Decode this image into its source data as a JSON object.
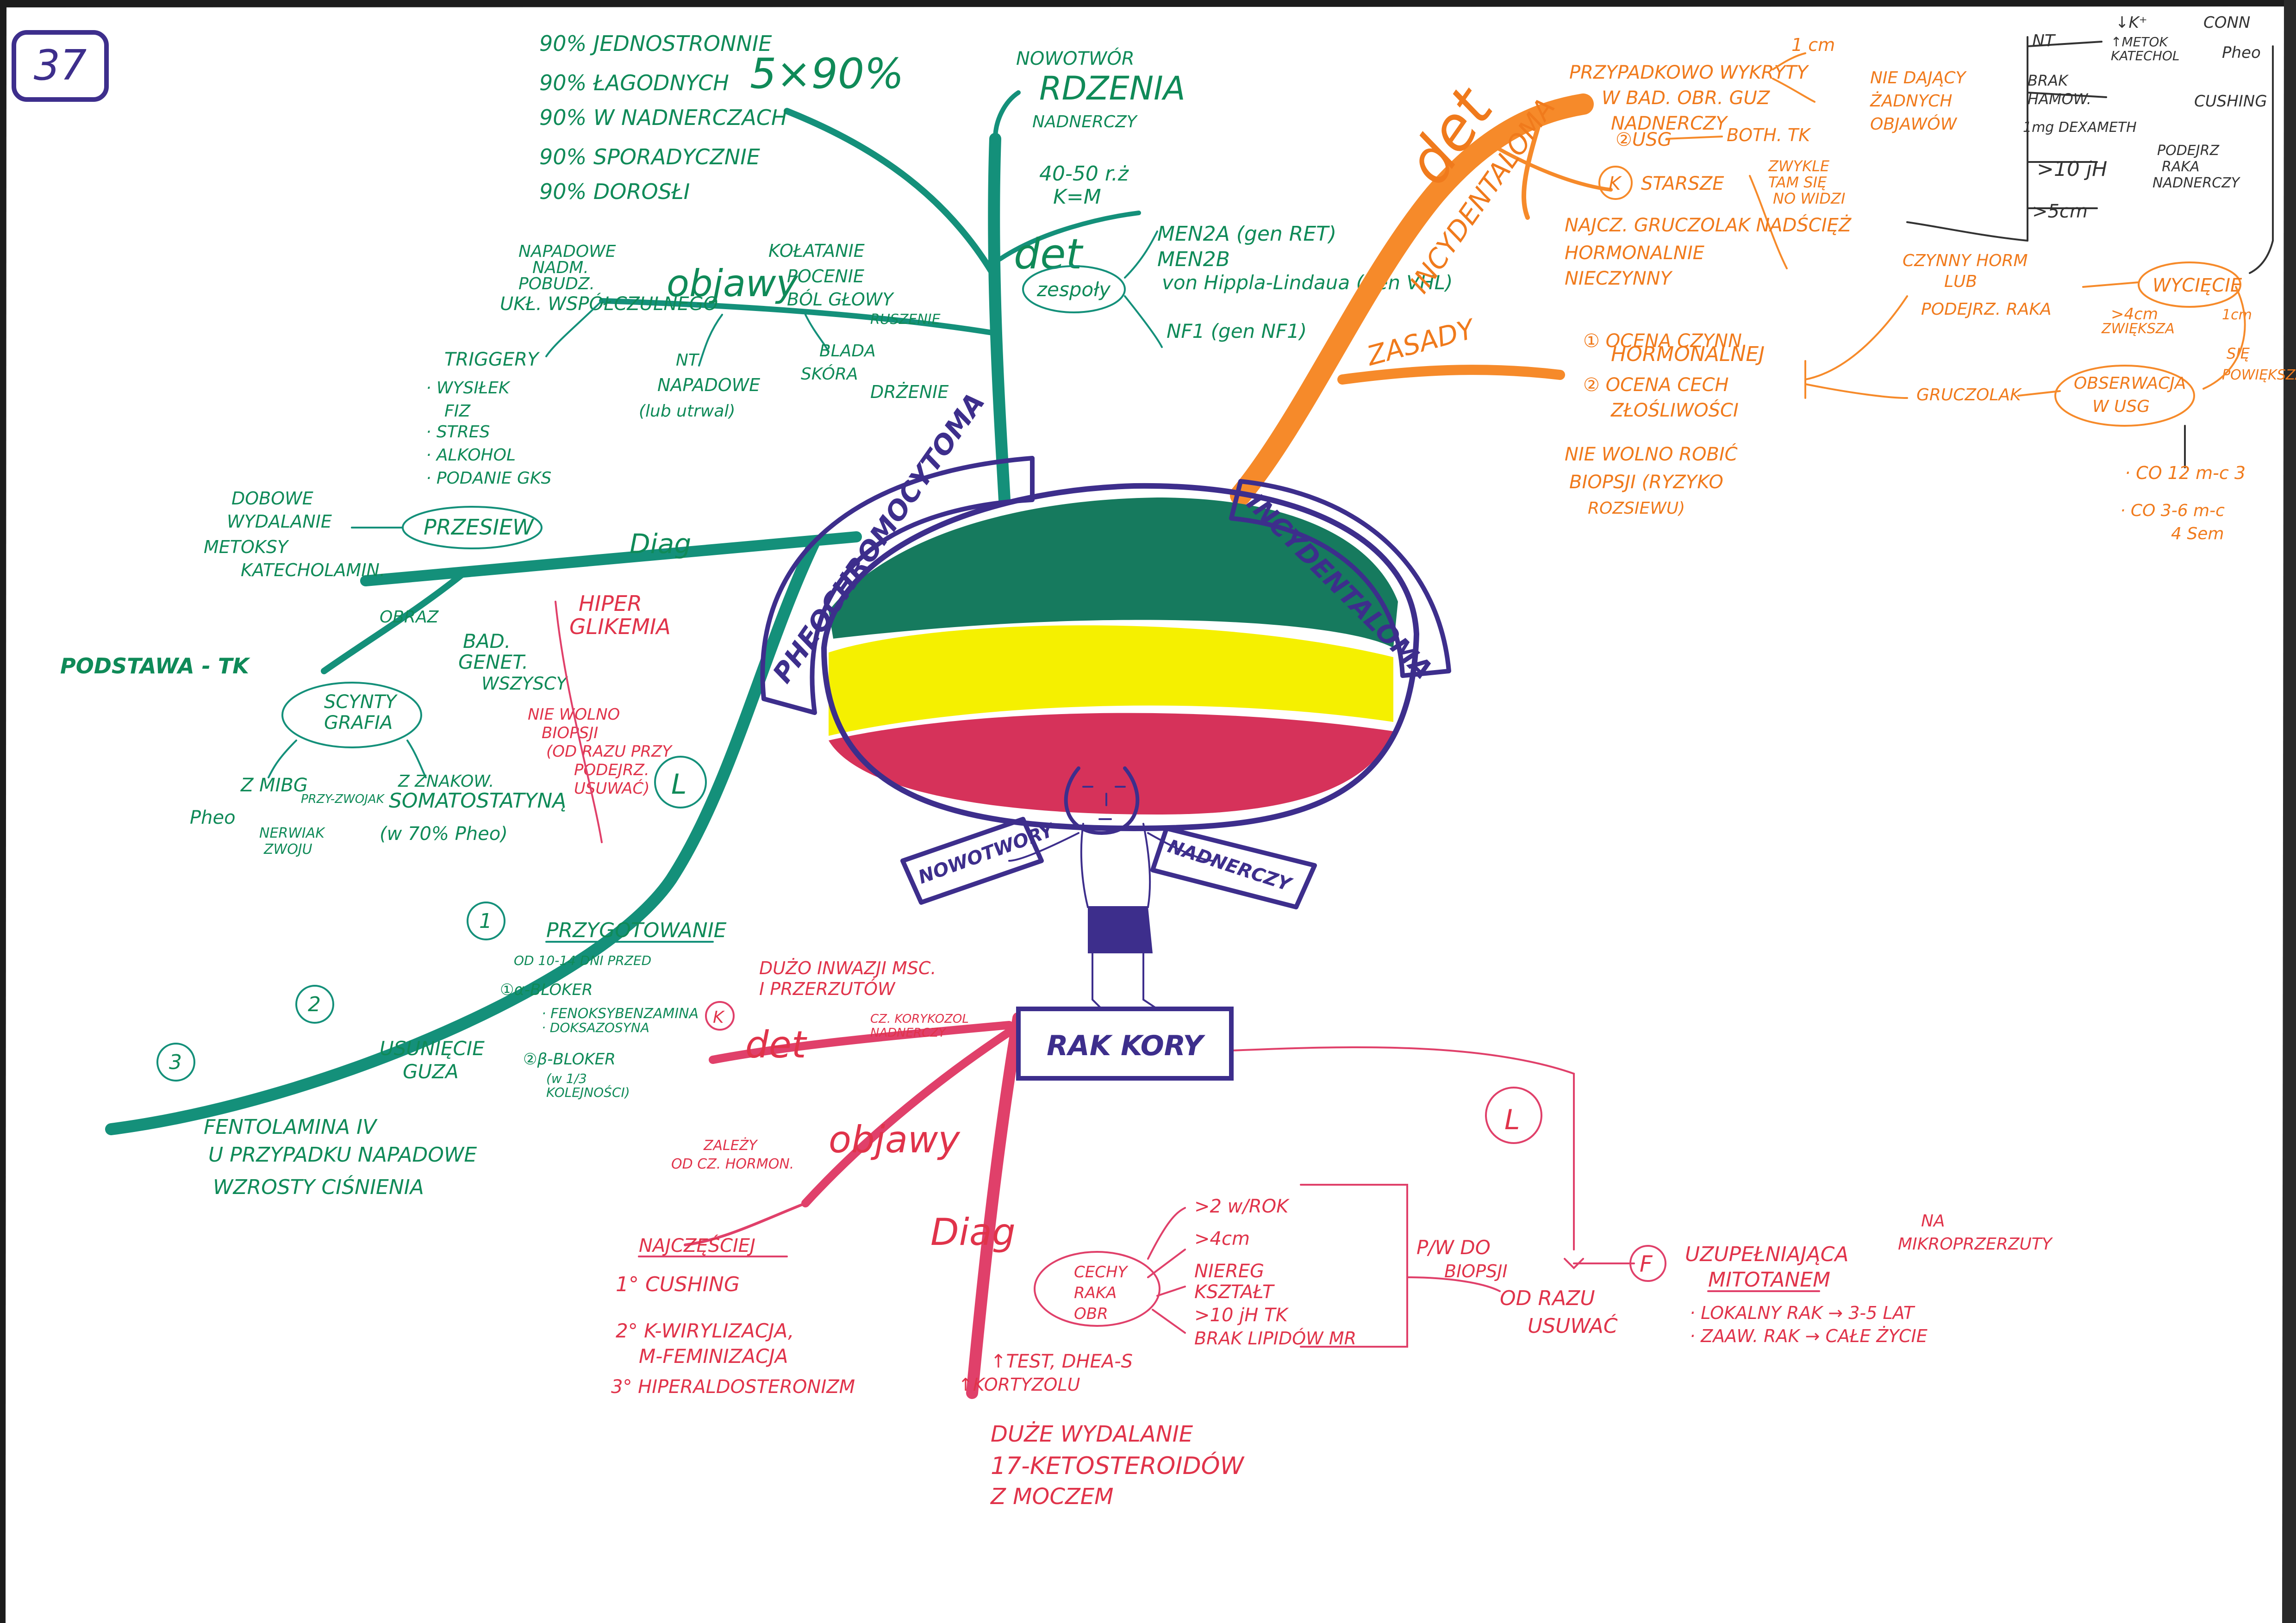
{
  "page_number": "37",
  "colors": {
    "green": "#0f8a58",
    "orange": "#f07a1c",
    "red": "#e0334a",
    "purple": "#3d2e8c",
    "yellow": "#f5f000",
    "dark_green": "#167a5e",
    "crimson": "#d6325a"
  },
  "center": {
    "arch_left": "PHEOCHROMOCYTOMA",
    "arch_right": "INCYDENTALOMA",
    "arm_left": "NOWOTWORY",
    "arm_right": "NADNERCZY",
    "base": "RAK KORY"
  },
  "green_top": {
    "stat_title": "5×90%",
    "stats": [
      "90% JEDNOSTRONNIE",
      "90% ŁAGODNYCH",
      "90% W NADNERCZACH",
      "90% SPORADYCZNIE",
      "90% DOROSŁI"
    ],
    "det_label": "det",
    "tumor": [
      "NOWOTWÓR",
      "RDZENIA",
      "NADNERCZY"
    ],
    "age": [
      "40-50 r.ż",
      "K=M"
    ],
    "syndromes_label": "zespoły",
    "syndromes": [
      "MEN2A (gen RET)",
      "MEN2B",
      "von Hippla-Lindaua (gen VHL)",
      "NF1 (gen NF1)"
    ]
  },
  "green_symptoms": {
    "label": "objawy",
    "left": [
      "NAPADOWE",
      "NADM.",
      "POBUDZ.",
      "UKŁ. WSPÓŁCZULNEGO"
    ],
    "right": [
      "KOŁATANIE",
      "POCENIE",
      "BÓL GŁOWY",
      "RUSZENIE",
      "DRŻENIE"
    ],
    "triggers_title": "TRIGGERY",
    "triggers": [
      "· WYSIŁEK",
      "FIZ",
      "· STRES",
      "· ALKOHOL",
      "· PODANIE GKS"
    ],
    "ni": [
      "NT",
      "NAPADOWE",
      "(lub utrwal)"
    ],
    "pale": [
      "BLADA",
      "SKÓRA"
    ]
  },
  "green_diag": {
    "label": "Diag",
    "screening": "PRZESIEW",
    "screen_text": [
      "DOBOWE",
      "WYDALANIE",
      "METOKSY",
      "KATECHOLAMIN."
    ],
    "obraz": "OBRAZ",
    "bad": [
      "BAD.",
      "GENET.",
      "WSZYSCY"
    ],
    "hiper": [
      "HIPER",
      "GLIKEMIA"
    ],
    "podstawa": "PODSTAWA - TK",
    "scinty": [
      "SCYNTY",
      "GRAFIA"
    ],
    "mibg": [
      "Z MIBG",
      "Pheo",
      "PRZY-ZWOJAK",
      "NERWIAK",
      "ZWOJU"
    ],
    "somato": [
      "Z ZNAKOW.",
      "SOMATOSTATYNĄ",
      "(w 70% Pheo)"
    ],
    "warning": [
      "NIE WOLNO",
      "BIOPSJI",
      "(OD RAZU PRZY",
      "PODEJRZ.",
      "USUWAĆ)"
    ]
  },
  "green_treat": {
    "label": "L",
    "steps": [
      "1",
      "2",
      "3"
    ],
    "prep_title": "PRZYGOTOWANIE",
    "prep": [
      "OD 10-14 DNI PRZED",
      "①α-BLOKER",
      "· FENOKSYBENZAMINA",
      "· DOKSAZOSYNA",
      "②β-BLOKER",
      "(w 1/3",
      "KOLEJNOŚCI)"
    ],
    "removal": [
      "USUNIĘCIE",
      "GUZA"
    ],
    "fento": [
      "FENTOLAMINA IV",
      "U PRZYPADKU NAPADOWE",
      "WZROSTY CIŚNIENIA"
    ]
  },
  "orange": {
    "det_label": "det",
    "branch_label": "INCYDENTALOMA",
    "rules_label": "ZASADY",
    "top": [
      "PRZYPADKOWO WYKRYTY",
      "W BAD. OBR. GUZ",
      "NADNERCZY"
    ],
    "size": "1 cm",
    "nie": [
      "NIE DAJĄCY",
      "ŻADNYCH",
      "OBJAWÓW"
    ],
    "usg": "②USG",
    "both_tk": "BOTH. TK",
    "k": "K",
    "starsze": "STARSZE",
    "zwykle": [
      "ZWYKLE",
      "TAM SIĘ",
      "NO WIDZI"
    ],
    "najcz": [
      "NAJCZ. GRUCZOLAK NADŚCIĘŻ",
      "HORMONALNIE",
      "NIECZYNNY"
    ],
    "rules": [
      "① OCENA CZYNN.",
      "HORMONALNEJ",
      "② OCENA CECH",
      "ZŁOŚLIWOŚCI"
    ],
    "no_biopsy": [
      "NIE WOLNO ROBIĆ",
      "BIOPSJI (RYZYKO",
      "ROZSIEWU)"
    ],
    "active": [
      "CZYNNY HORM",
      "LUB",
      "PODEJRZ. RAKA"
    ],
    "gruczolak": "GRUCZOLAK",
    "obserwacja": [
      "OBSERWACJA",
      "W USG"
    ],
    "wyciecie": "WYCIĘCIE",
    "gt4": [
      ">4cm",
      "ZWIĘKSZA"
    ],
    "gt1": [
      "1cm",
      "SIĘ",
      "POWIĘKSZA"
    ],
    "freq1": "· CO 12 m-c 3",
    "freq2": [
      "· CO 3-6 m-c",
      "4 Sem"
    ],
    "gray_nt": "NT",
    "gray_k": "↓K⁺",
    "gray_conn": "CONN",
    "gray_meto": [
      "↑METOK",
      "KATECHOL"
    ],
    "gray_pheo": "Pheo",
    "gray_brak": [
      "BRAK",
      "HAMOW.",
      "1mg DEXAMETH"
    ],
    "gray_cushing": "CUSHING",
    "gray_10": ">10 jH",
    "gray_pod": [
      "PODEJRZ",
      "RAKA",
      "NADNERCZY"
    ],
    "gray_5": ">5cm"
  },
  "red": {
    "det_label": "det",
    "det": [
      "DUŻO INWAZJI MSC.",
      "I PRZERZUTÓW",
      "K",
      "CZ. KORYKOZOL",
      "NADNERCZY"
    ],
    "sym_label": "objawy",
    "sym_top": [
      "ZALEŻY",
      "OD CZ. HORMON."
    ],
    "najczest": "NAJCZĘŚCIEJ",
    "sym": [
      "1° CUSHING",
      "2° K-WIRYLIZACJA,",
      "M-FEMINIZACJA",
      "3° HIPERALDOSTERONIZM"
    ],
    "diag_label": "Diag",
    "cechy": [
      "CECHY",
      "RAKA",
      "OBR"
    ],
    "cechy_list": [
      ">2 w/ROK",
      ">4cm",
      "NIEREG",
      "KSZTAŁT",
      ">10 jH TK",
      "BRAK LIPIDÓW MR"
    ],
    "lab": [
      "↑TEST, DHEA-S",
      "↑KORTYZOLU"
    ],
    "urine": [
      "DUŻE WYDALANIE",
      "17-KETOSTEROIDÓW",
      "Z MOCZEM"
    ],
    "biopsy": [
      "P/W DO",
      "BIOPSJI"
    ],
    "od_razu": [
      "OD RAZU",
      "USUWAĆ"
    ],
    "treat_label": "L",
    "f": "F",
    "mitotan": [
      "UZUPEŁNIAJĄCA",
      "MITOTANEM"
    ],
    "na_mikro": [
      "NA",
      "MIKROPRZERZUTY"
    ],
    "lokalny": "· LOKALNY RAK → 3-5 LAT",
    "zaaw": "· ZAAW. RAK → CAŁE ŻYCIE"
  }
}
